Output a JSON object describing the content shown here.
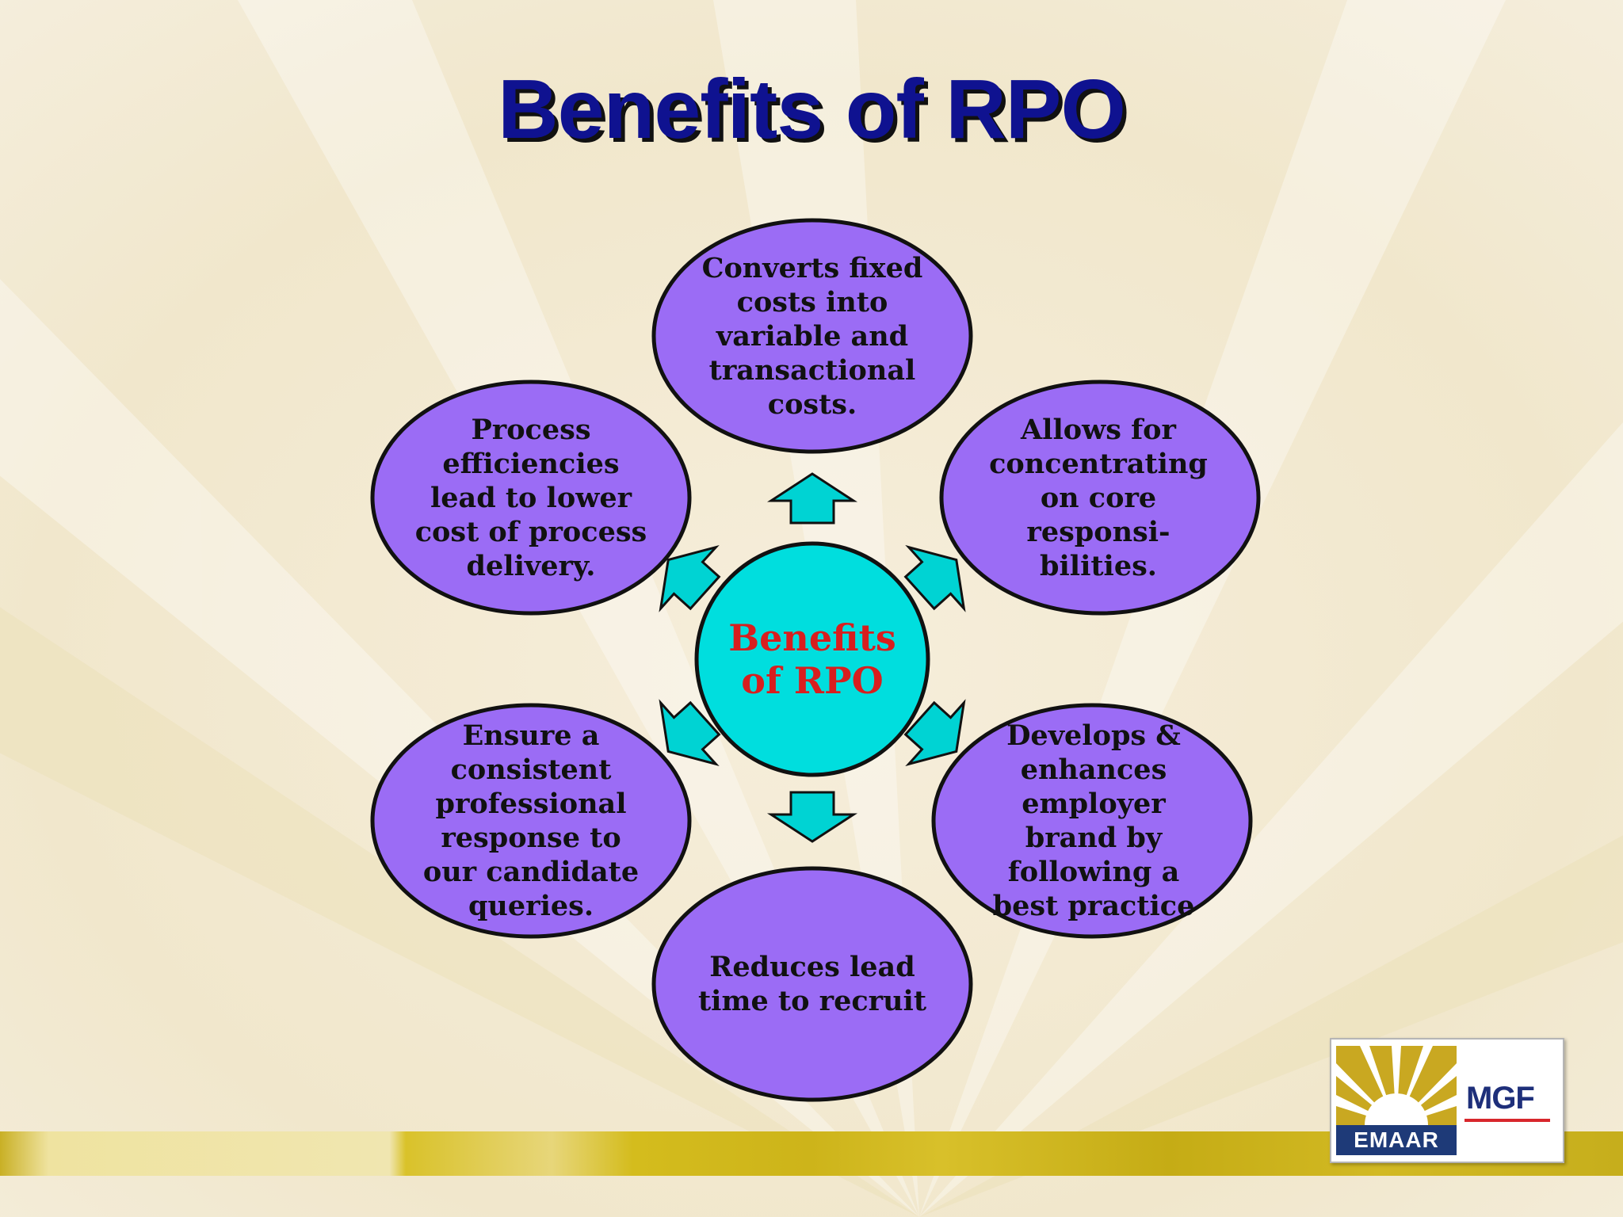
{
  "slide": {
    "title": "Benefits of RPO"
  },
  "diagram": {
    "center": {
      "label": "Benefits\nof RPO",
      "fill": "#00dede",
      "text_color": "#d81e1e"
    },
    "node_fill": "#9b6cf5",
    "arrow_fill": "#00d3d3",
    "nodes": [
      {
        "id": "top",
        "label": "Converts fixed\ncosts into\nvariable and\ntransactional\ncosts."
      },
      {
        "id": "upper-right",
        "label": "Allows for\nconcentrating\non core\nresponsi-\nbilities."
      },
      {
        "id": "lower-right",
        "label": "Develops &\nenhances\nemployer\nbrand by\nfollowing a\nbest practice"
      },
      {
        "id": "bottom",
        "label": "Reduces lead\ntime to recruit"
      },
      {
        "id": "lower-left",
        "label": "Ensure a\nconsistent\nprofessional\nresponse to\nour candidate\nqueries."
      },
      {
        "id": "upper-left",
        "label": "Process\nefficiencies\nlead to lower\ncost of process\ndelivery."
      }
    ]
  },
  "logo": {
    "left_text": "EMAAR",
    "right_text": "MGF"
  }
}
